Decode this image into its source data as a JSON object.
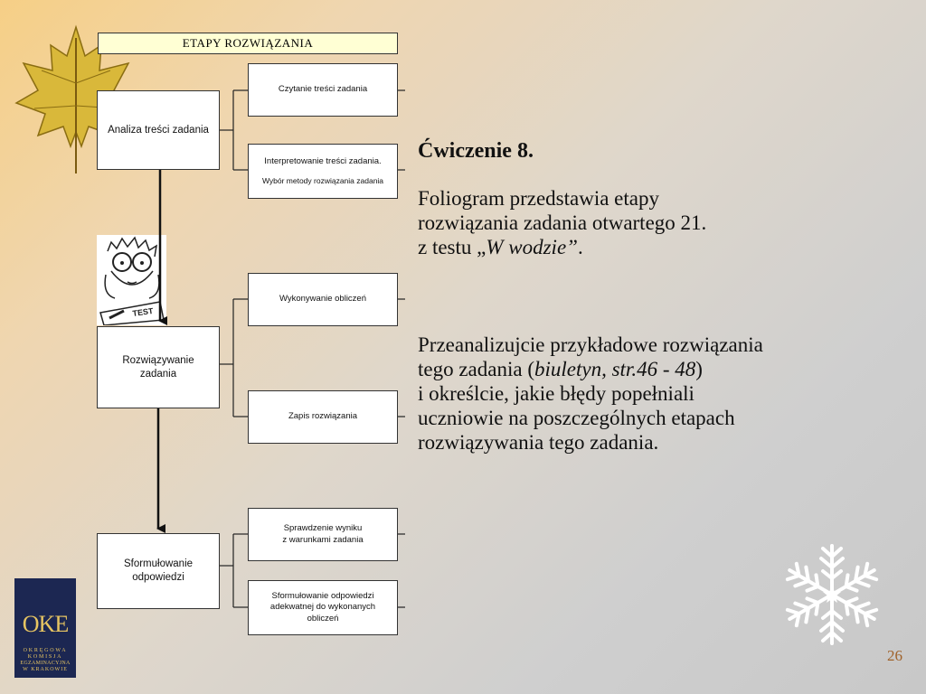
{
  "diagram": {
    "title": "ETAPY   ROZWIĄZANIA",
    "stages": [
      {
        "label": "Analiza treści zadania",
        "steps": [
          {
            "lines": [
              "Czytanie treści zadania"
            ]
          },
          {
            "lines": [
              "Interpretowanie treści zadania.",
              "Wybór metody rozwiązania zadania"
            ]
          }
        ]
      },
      {
        "label": "Rozwiązywanie zadania",
        "steps": [
          {
            "lines": [
              "Wykonywanie obliczeń"
            ]
          },
          {
            "lines": [
              "Zapis rozwiązania"
            ]
          }
        ]
      },
      {
        "label": "Sformułowanie odpowiedzi",
        "steps": [
          {
            "lines": [
              "Sprawdzenie wyniku",
              "z warunkami zadania"
            ]
          },
          {
            "lines": [
              "Sformułowanie odpowiedzi",
              "adekwatnej do wykonanych",
              "obliczeń"
            ]
          }
        ]
      }
    ]
  },
  "exercise": {
    "title": "Ćwiczenie 8.",
    "p1": {
      "line1": "Foliogram przedstawia etapy",
      "line2": "rozwiązania zadania otwartego 21.",
      "line3_prefix": "z testu „",
      "line3_italic": "W wodzie”",
      "line3_suffix": "."
    },
    "p2": {
      "line1": "Przeanalizujcie przykładowe rozwiązania",
      "line2_prefix": "tego zadania (",
      "line2_italic": "biuletyn, str.46 - 48",
      "line2_suffix": ")",
      "line3": "i określcie, jakie błędy popełniali",
      "line4": "uczniowie na poszczególnych etapach",
      "line5": "rozwiązywania tego zadania."
    }
  },
  "logo": {
    "mark": "OKE",
    "lines": [
      "OKRĘGOWA",
      "KOMISJA",
      "EGZAMINACYJNA",
      "W KRAKOWIE"
    ]
  },
  "page_number": "26",
  "colors": {
    "title_box": "#ffffd4",
    "page_number": "#a0622a",
    "logo_bg": "#1c2752",
    "logo_fg": "#e7c562"
  },
  "icons": [
    "maple-leaf-icon",
    "student-test-illustration",
    "snowflake-icon",
    "oke-logo"
  ]
}
